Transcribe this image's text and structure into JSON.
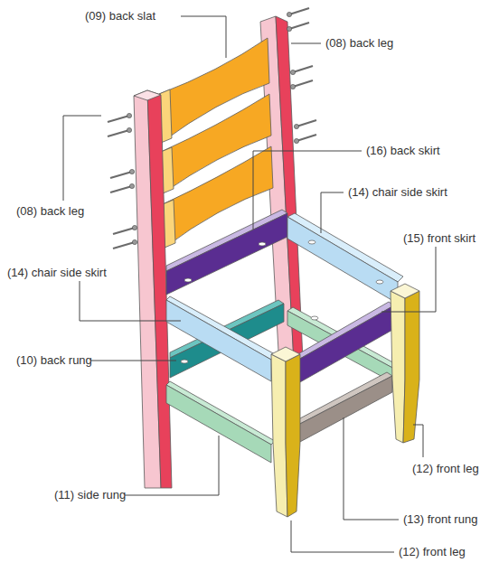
{
  "diagram": {
    "labels": [
      "(09) back slat",
      "(08) back leg",
      "(08) back leg",
      "(16) back skirt",
      "(14) chair side skirt",
      "(15) front skirt",
      "(14) chair side skirt",
      "(10) back rung",
      "(11) side rung",
      "(12) front leg",
      "(13) front rung",
      "(12) front leg"
    ]
  }
}
